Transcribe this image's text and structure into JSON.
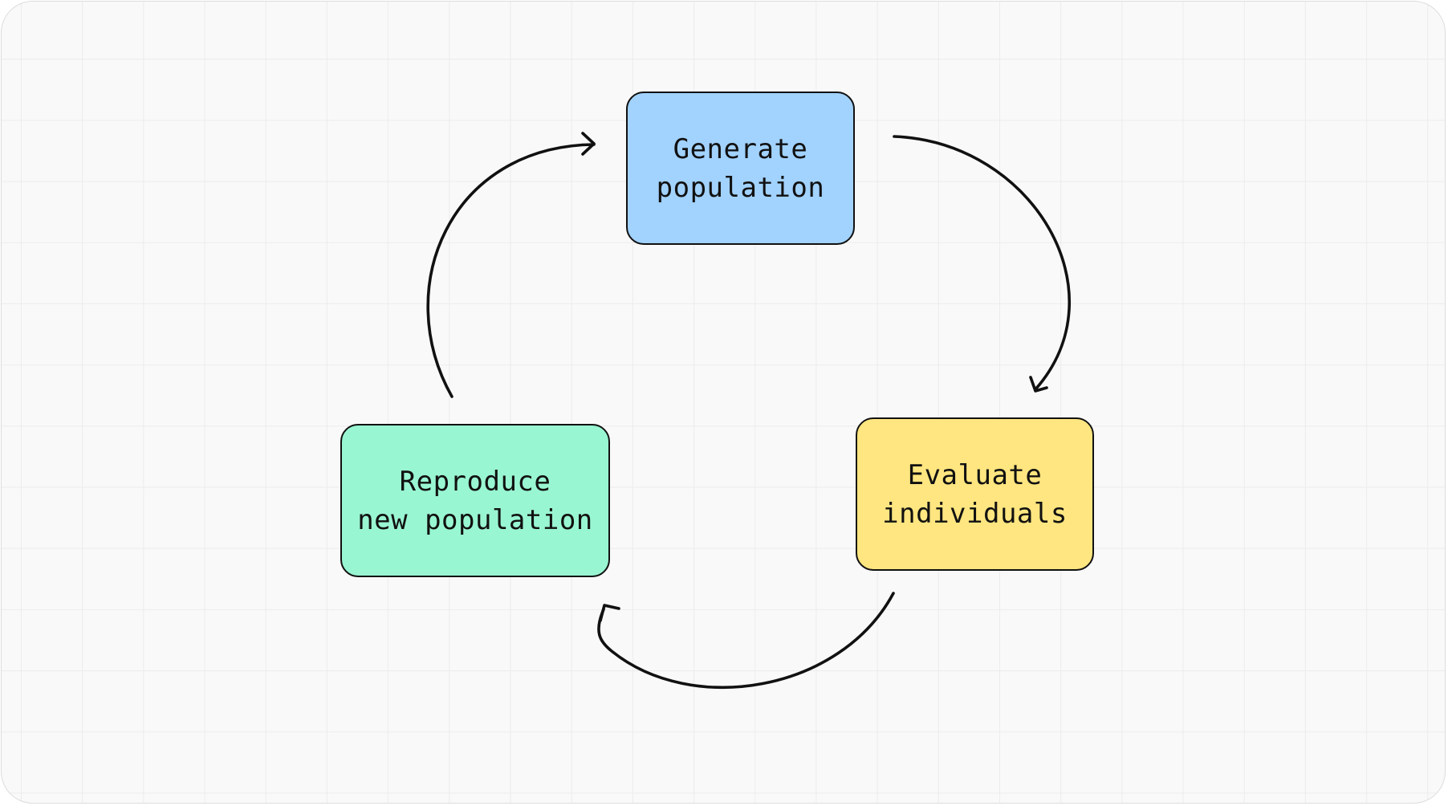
{
  "diagram": {
    "nodes": [
      {
        "id": "generate",
        "lines": [
          "Generate",
          "population"
        ],
        "color": "#a2d2fe"
      },
      {
        "id": "evaluate",
        "lines": [
          "Evaluate",
          "individuals"
        ],
        "color": "#ffe680"
      },
      {
        "id": "reproduce",
        "lines": [
          "Reproduce",
          "new population"
        ],
        "color": "#99f6d2"
      }
    ],
    "edges": [
      {
        "from": "generate",
        "to": "evaluate"
      },
      {
        "from": "evaluate",
        "to": "reproduce"
      },
      {
        "from": "reproduce",
        "to": "generate"
      }
    ],
    "colors": {
      "background": "#f9f9f9",
      "grid": "#ececec",
      "stroke": "#111111"
    }
  }
}
